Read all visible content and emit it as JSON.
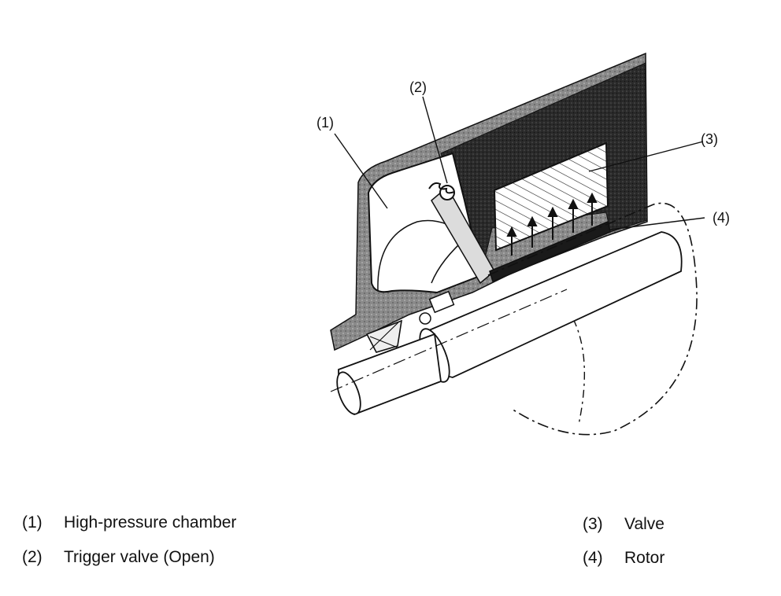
{
  "callouts": [
    {
      "id": "1",
      "label": "(1)"
    },
    {
      "id": "2",
      "label": "(2)"
    },
    {
      "id": "3",
      "label": "(3)"
    },
    {
      "id": "4",
      "label": "(4)"
    }
  ],
  "legend": [
    {
      "num": "(1)",
      "text": "High-pressure chamber"
    },
    {
      "num": "(2)",
      "text": "Trigger valve (Open)"
    },
    {
      "num": "(3)",
      "text": "Valve"
    },
    {
      "num": "(4)",
      "text": "Rotor"
    }
  ]
}
